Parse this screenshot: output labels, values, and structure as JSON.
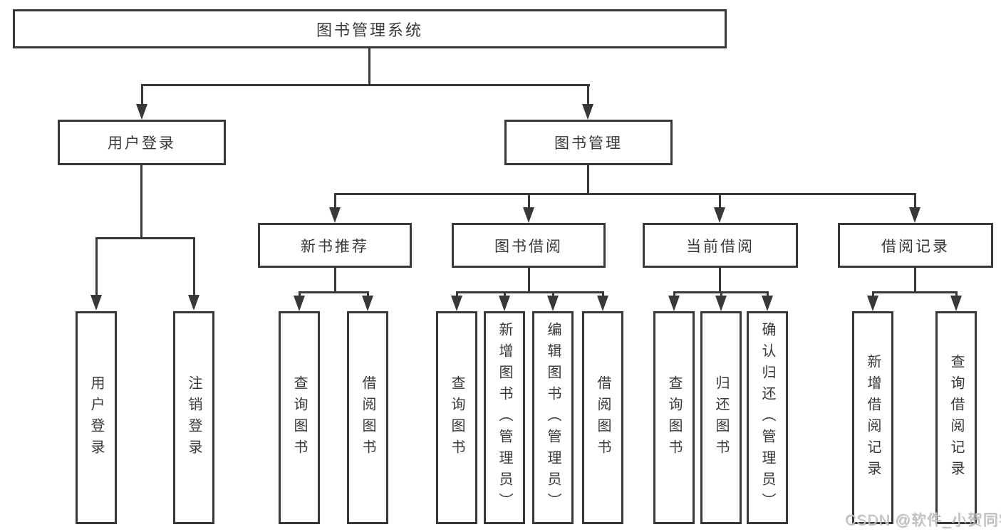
{
  "tree": {
    "root": {
      "label": "图书管理系统"
    },
    "branches": [
      {
        "label": "用户登录",
        "leaves": [
          {
            "label": "用户登录"
          },
          {
            "label": "注销登录"
          }
        ]
      },
      {
        "label": "图书管理",
        "groups": [
          {
            "label": "新书推荐",
            "leaves": [
              {
                "label": "查询图书"
              },
              {
                "label": "借阅图书"
              }
            ]
          },
          {
            "label": "图书借阅",
            "leaves": [
              {
                "label": "查询图书"
              },
              {
                "label": "新增图书（管理员）"
              },
              {
                "label": "编辑图书（管理员）"
              },
              {
                "label": "借阅图书"
              }
            ]
          },
          {
            "label": "当前借阅",
            "leaves": [
              {
                "label": "查询图书"
              },
              {
                "label": "归还图书"
              },
              {
                "label": "确认归还（管理员）"
              }
            ]
          },
          {
            "label": "借阅记录",
            "leaves": [
              {
                "label": "新增借阅记录"
              },
              {
                "label": "查询借阅记录"
              }
            ]
          }
        ]
      }
    ]
  },
  "watermark": {
    "text": "CSDN @软件_小贺同学"
  },
  "colors": {
    "line": "#383838",
    "text": "#383838",
    "box_background": "#ffffff",
    "watermark": "#c6c6c6",
    "background": "#ffffff"
  }
}
